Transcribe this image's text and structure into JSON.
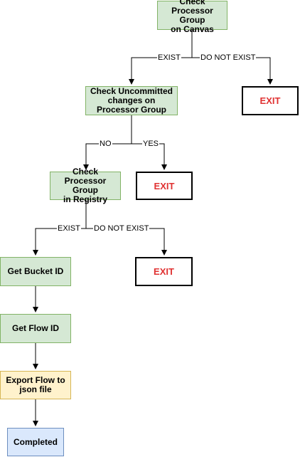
{
  "colors": {
    "process_fill": "#d5e8d4",
    "process_stroke": "#82b366",
    "export_fill": "#fff2cc",
    "export_stroke": "#d6b656",
    "done_fill": "#dae8fc",
    "done_stroke": "#6c8ebf",
    "exit_text": "#e03232",
    "edge": "#000000"
  },
  "nodes": {
    "check_canvas": "Check\nProcessor Group\non Canvas",
    "check_uncommitted": "Check Uncommitted\nchanges on\nProcessor Group",
    "exit_canvas": "EXIT",
    "check_registry": "Check\nProcessor Group\nin Registry",
    "exit_uncommitted": "EXIT",
    "get_bucket": "Get Bucket ID",
    "exit_registry": "EXIT",
    "get_flow": "Get Flow ID",
    "export_flow": "Export Flow to\njson file",
    "completed": "Completed"
  },
  "edges": {
    "canvas_exist": "EXIST",
    "canvas_not_exist": "DO NOT EXIST",
    "uncommitted_no": "NO",
    "uncommitted_yes": "YES",
    "registry_exist": "EXIST",
    "registry_not_exist": "DO NOT EXIST"
  }
}
